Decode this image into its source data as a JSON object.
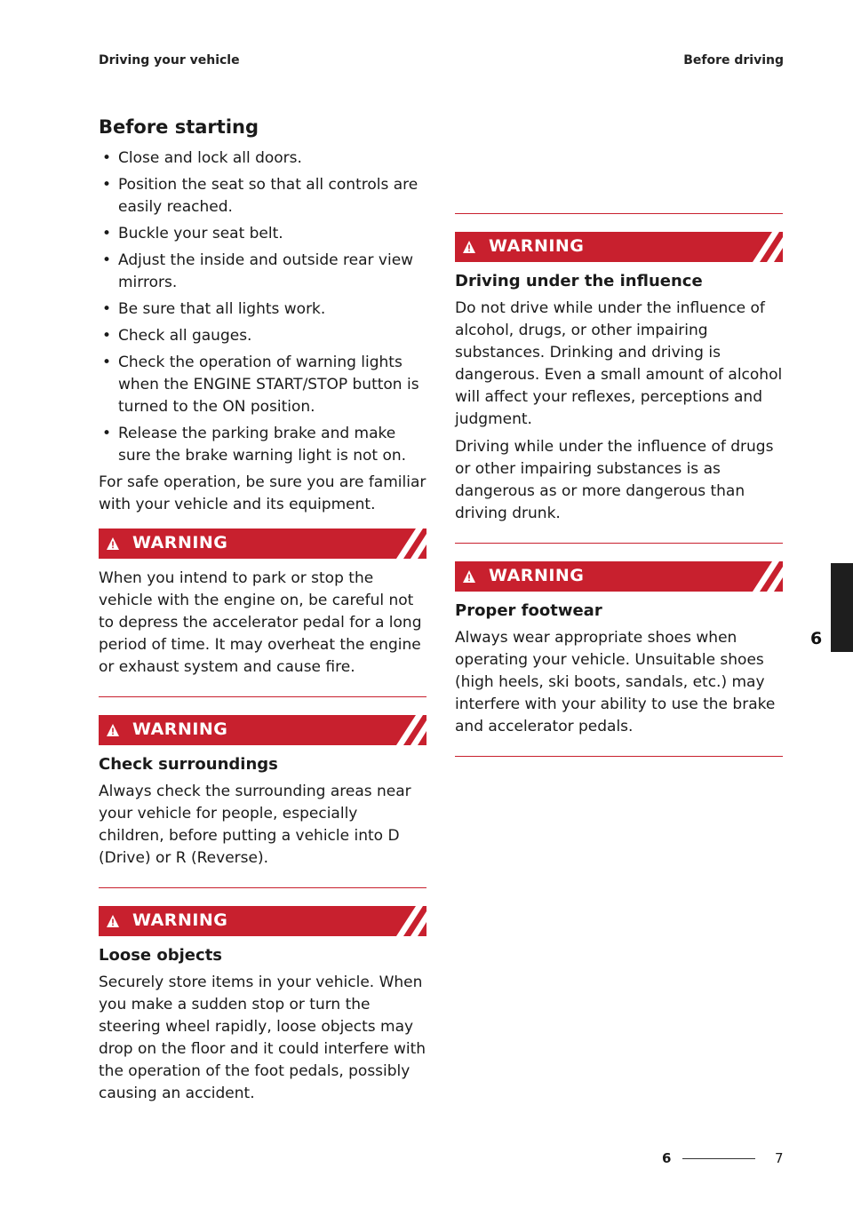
{
  "header": {
    "left": "Driving your vehicle",
    "right": "Before driving"
  },
  "before_starting": {
    "title": "Before starting",
    "bullets": [
      "Close and lock all doors.",
      "Position the seat so that all controls are easily reached.",
      "Buckle your seat belt.",
      "Adjust the inside and outside rear view mirrors.",
      "Be sure that all lights work.",
      "Check all gauges.",
      "Check the operation of warning lights when the ENGINE START/STOP button is turned to the ON position.",
      "Release the parking brake and make sure the brake warning light is not on."
    ],
    "paragraph": "For safe operation, be sure you are familiar with your vehicle and its equipment."
  },
  "warnings": [
    {
      "label": "WARNING",
      "title": "",
      "paragraphs": [
        "When you intend to park or stop the vehicle with the engine on, be careful not to depress the accelerator pedal for a long period of time. It may overheat the engine or exhaust system and cause fire."
      ]
    },
    {
      "label": "WARNING",
      "title": "Check surroundings",
      "paragraphs": [
        "Always check the surrounding areas near your vehicle for people, especially children, before putting a vehicle into D (Drive) or R (Reverse)."
      ]
    },
    {
      "label": "WARNING",
      "title": "Loose objects",
      "paragraphs": [
        "Securely store items in your vehicle. When you make a sudden stop or turn the steering wheel rapidly, loose objects may drop on the floor and it could interfere with the operation of the foot pedals, possibly causing an accident."
      ]
    },
    {
      "label": "WARNING",
      "title": "Driving under the influence",
      "paragraphs": [
        "Do not drive while under the influence of alcohol, drugs, or other impairing substances. Drinking and driving is dangerous. Even a small amount of alcohol will affect your reflexes, perceptions and judgment.",
        "Driving while under the influence of drugs or other impairing substances is as dangerous as or more dangerous than driving drunk."
      ]
    },
    {
      "label": "WARNING",
      "title": "Proper footwear",
      "paragraphs": [
        "Always wear appropriate shoes when operating your vehicle. Unsuitable shoes (high heels, ski boots, sandals, etc.) may interfere with your ability to use the brake and accelerator pedals."
      ]
    }
  ],
  "side_tab": {
    "chapter": "6"
  },
  "footer": {
    "chapter": "6",
    "page": "7"
  },
  "colors": {
    "warning_red": "#c8202e",
    "tab_black": "#1e1e1e"
  }
}
